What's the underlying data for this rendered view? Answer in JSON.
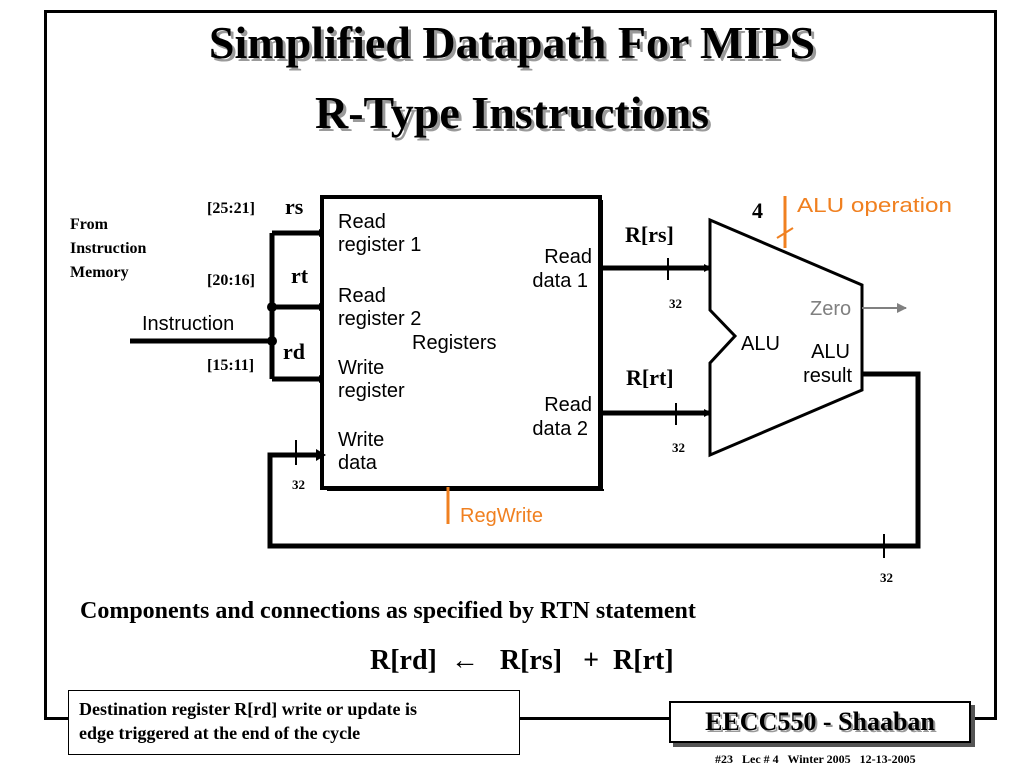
{
  "title": {
    "line1": "Simplified Datapath For MIPS",
    "line2": "R-Type Instructions"
  },
  "diagram": {
    "from_memory": [
      "From",
      "Instruction",
      "Memory"
    ],
    "instruction_label": "Instruction",
    "fields": [
      {
        "bits": "[25:21]",
        "name": "rs"
      },
      {
        "bits": "[20:16]",
        "name": "rt"
      },
      {
        "bits": "[15:11]",
        "name": "rd"
      }
    ],
    "registers": {
      "read_register_1": [
        "Read",
        "register 1"
      ],
      "read_register_2": [
        "Read",
        "register 2"
      ],
      "write_register": [
        "Write",
        "register"
      ],
      "write_data": [
        "Write",
        "data"
      ],
      "name": "Registers",
      "read_data_1": [
        "Read",
        "data 1"
      ],
      "read_data_2": [
        "Read",
        "data 2"
      ],
      "regwrite": "RegWrite"
    },
    "bus_rs": "R[rs]",
    "bus_rt": "R[rt]",
    "width_32": "32",
    "alu": {
      "label": "ALU",
      "op_width": "4",
      "operation": "ALU operation",
      "zero": "Zero",
      "result": [
        "ALU",
        "result"
      ]
    },
    "colors": {
      "control": "#f08020",
      "zero_wire": "#808080",
      "wire": "#000000"
    }
  },
  "caption": "Components and connections as specified by RTN statement",
  "rtn": {
    "dest": "R[rd]",
    "arrow": "←",
    "rs": "R[rs]",
    "plus": "+",
    "rt": "R[rt]"
  },
  "note": {
    "line1": "Destination register R[rd] write or update is",
    "line2": " edge triggered at the end of the cycle"
  },
  "course": "EECC550 - Shaaban",
  "footer": "#23   Lec # 4   Winter 2005   12-13-2005"
}
